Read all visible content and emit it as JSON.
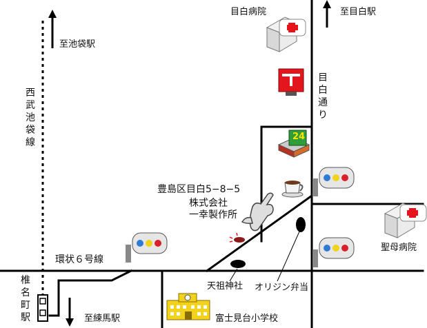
{
  "labels": {
    "mejiro_hospital": "目白病院",
    "to_mejiro_station": "至目白駅",
    "to_ikebukuro_station": "至池袋駅",
    "mejiro_dori": "目白通り",
    "seibu_ikebukuro_line": "西武池袋線",
    "address": "豊島区目白5−8−5",
    "company_line1": "株式会社",
    "company_line2": "一幸製作所",
    "seibo_hospital": "聖母病院",
    "kanjo6": "環状６号線",
    "shiinamachi_station": "椎名町駅",
    "to_nerima_station": "至練馬駅",
    "tenso_shrine": "天祖神社",
    "origin_bento": "オリジン弁当",
    "fujimidai_school": "富士見台小学校"
  },
  "icons": {
    "convenience_store_sign": "24"
  },
  "colors": {
    "road": "#000000",
    "hospital_cross": "#e8121b",
    "post_box": "#e3161d",
    "school": "#f2d21b",
    "store_sign": "#2f9e3a"
  }
}
